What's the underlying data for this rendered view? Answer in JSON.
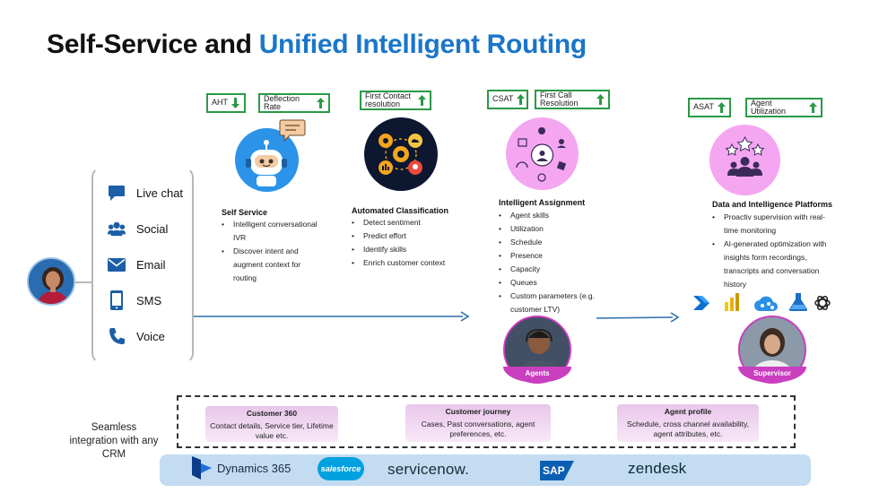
{
  "title": {
    "prefix": "Self-Service and ",
    "accent": "Unified Intelligent Routing"
  },
  "kpis": {
    "aht": "AHT",
    "deflection": "Deflection Rate",
    "first_contact": "First Contact resolution",
    "csat": "CSAT",
    "first_call": "First Call Resolution",
    "asat": "ASAT",
    "agent_util": "Agent Utilization"
  },
  "channels": [
    "Live chat",
    "Social",
    "Email",
    "SMS",
    "Voice"
  ],
  "self_service": {
    "heading": "Self Service",
    "bullets": [
      "Intelligent conversational IVR",
      "Discover intent and augment context for routing"
    ]
  },
  "classification": {
    "heading": "Automated Classification",
    "bullets": [
      "Detect sentiment",
      "Predict effort",
      "Identify skills",
      "Enrich customer context"
    ]
  },
  "assignment": {
    "heading": "Intelligent Assignment",
    "bullets": [
      "Agent skills",
      "Utilization",
      "Schedule",
      "Presence",
      "Capacity",
      "Queues",
      "Custom parameters (e.g. customer LTV)"
    ]
  },
  "platforms": {
    "heading": "Data and Intelligence Platforms",
    "bullets": [
      "Proactiv supervision with real-time monitoring",
      "AI-generated optimization with insights form recordings, transcripts and conversation history"
    ]
  },
  "agents_label": "Agents",
  "supervisor_label": "Supervisor",
  "crm_caption": "Seamless integration with any CRM",
  "crm_boxes": [
    {
      "heading": "Customer 360",
      "text": "Contact details, Service tier, Lifetime value etc."
    },
    {
      "heading": "Customer journey",
      "text": "Cases, Past conversations, agent preferences, etc."
    },
    {
      "heading": "Agent profile",
      "text": "Schedule, cross channel availability, agent attributes, etc."
    }
  ],
  "partners": {
    "dynamics": "Dynamics 365",
    "salesforce": "salesforce",
    "servicenow": "servicenow.",
    "sap": "SAP",
    "zendesk": "zendesk"
  },
  "colors": {
    "accent": "#1a76c9",
    "kpi_border": "#2a9a46",
    "arrow_blue": "#2b6ea8",
    "magenta": "#c93fbf",
    "pink_circle": "#f5a6f0",
    "crm_band": "#c3dcf2"
  },
  "icons": [
    "robot-icon",
    "classification-icon",
    "assignment-icon",
    "star-people-icon",
    "chat-icon",
    "social-icon",
    "email-icon",
    "sms-icon",
    "voice-icon",
    "power-automate-icon",
    "power-bi-icon",
    "azure-cloud-icon",
    "azure-ml-icon",
    "openai-icon"
  ]
}
